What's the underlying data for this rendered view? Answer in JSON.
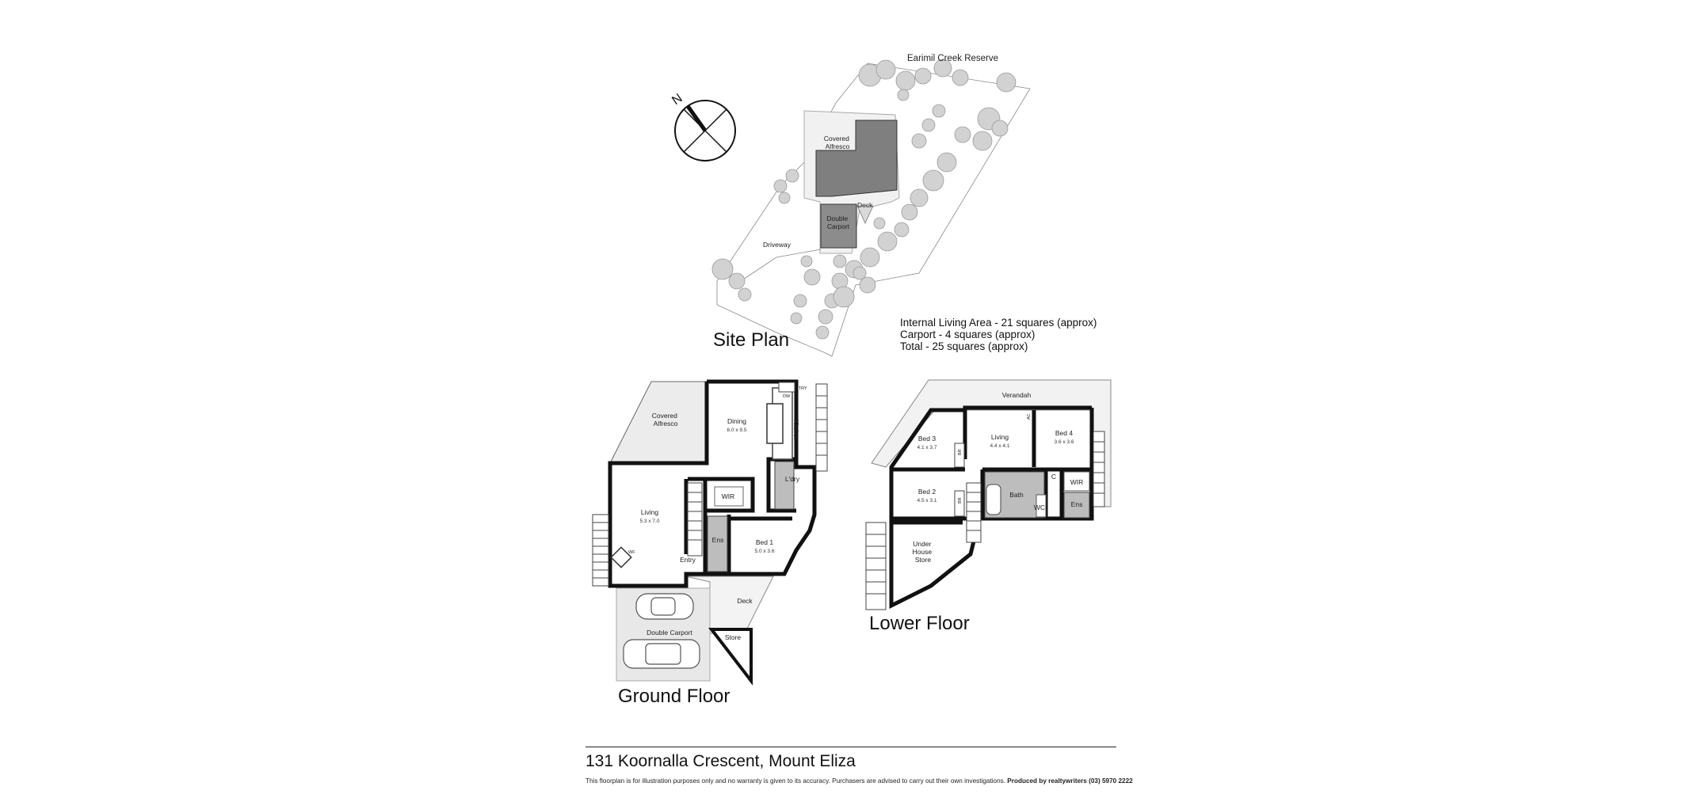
{
  "sections": {
    "site_plan": "Site Plan",
    "ground_floor": "Ground Floor",
    "lower_floor": "Lower Floor"
  },
  "compass": {
    "north_label": "N"
  },
  "site": {
    "reserve": "Earimil Creek Reserve",
    "covered_alfresco": "Covered\nAlfresco",
    "deck": "Deck",
    "double_carport": "Double\nCarport",
    "driveway": "Driveway"
  },
  "areas": [
    "Internal Living Area - 21 squares (approx)",
    "Carport - 4 squares (approx)",
    "Total - 25 squares (approx)"
  ],
  "ground": {
    "covered_alfresco": "Covered\nAlfresco",
    "dining": {
      "name": "Dining",
      "size": "6.0 x 9.5"
    },
    "kitchen": "Kitchen",
    "laundry": "L'dry",
    "wir": "WIR",
    "living": {
      "name": "Living",
      "size": "5.3 x 7.0"
    },
    "ens": "Ens",
    "bed1": {
      "name": "Bed 1",
      "size": "5.0 x 3.6"
    },
    "entry": "Entry",
    "deck": "Deck",
    "double_carport": "Double Carport",
    "store": "Store",
    "dw": "DW",
    "pantry": "P'TRY",
    "fireplace": "WF"
  },
  "lower": {
    "verandah": "Verandah",
    "bed3": {
      "name": "Bed 3",
      "size": "4.1 x 3.7"
    },
    "living": {
      "name": "Living",
      "size": "4.4 x 4.1"
    },
    "bed4": {
      "name": "Bed 4",
      "size": "3.6 x 3.6"
    },
    "bed2": {
      "name": "Bed 2",
      "size": "4.5 x 3.1"
    },
    "bath": "Bath",
    "c": "C",
    "wir": "WIR",
    "ens": "Ens",
    "wc": "WC",
    "br": "BR",
    "under_house_store": "Under\nHouse\nStore",
    "ac": "AC"
  },
  "footer": {
    "address": "131 Koornalla Crescent, Mount Eliza",
    "disclaimer": "This floorplan is for illustration purposes only and no warranty is given to its accuracy. Purchasers are advised to carry out their own investigations.",
    "producer": "Produced by realtywriters (03) 5970 2222"
  }
}
